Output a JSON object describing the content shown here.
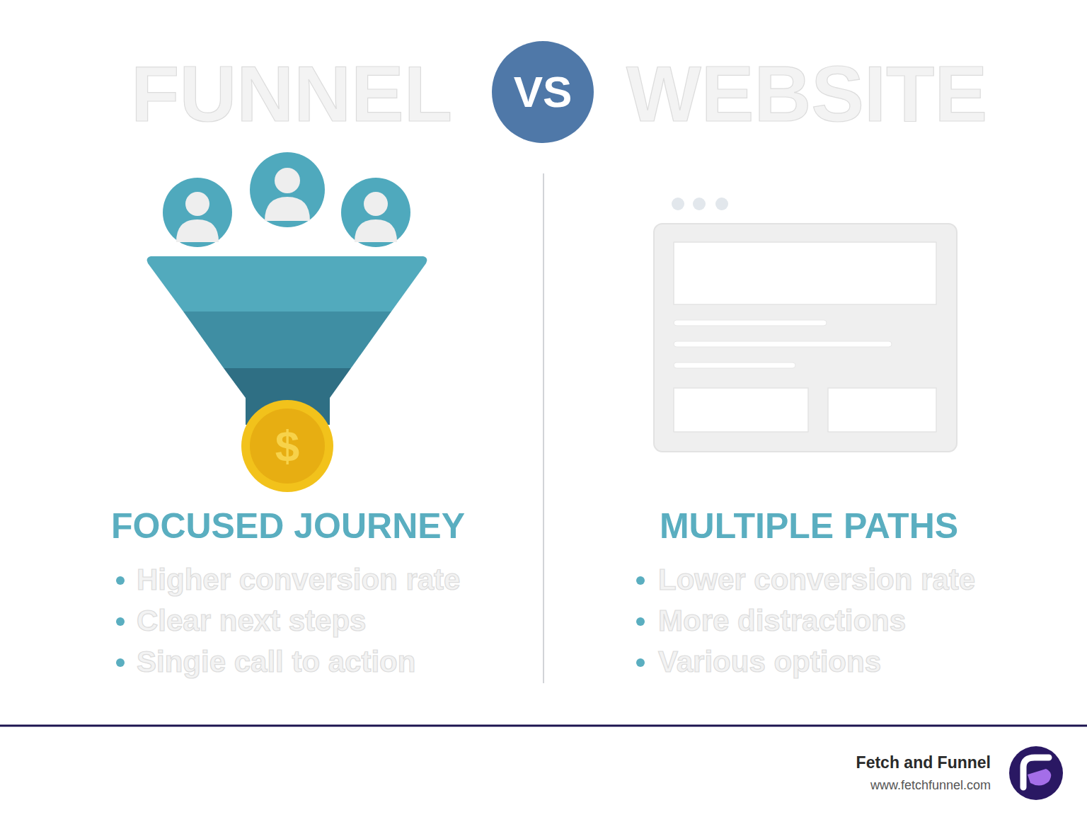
{
  "diagram": {
    "nodes": [
      {
        "text": [
          "VS"
        ]
      },
      {
        "text": [
          "$"
        ]
      }
    ],
    "labels": [
      "FUNNEL",
      "WEBSITE",
      "FOCUSED JOURNEY",
      "Higher conversion rate",
      "Clear next steps",
      "Singie call to action",
      "MULTIPLE PATHS",
      "Lower conversion rate",
      "More distractions",
      "Various options",
      "Fetch and Funnel",
      "www.fetchfunnel.com"
    ]
  }
}
